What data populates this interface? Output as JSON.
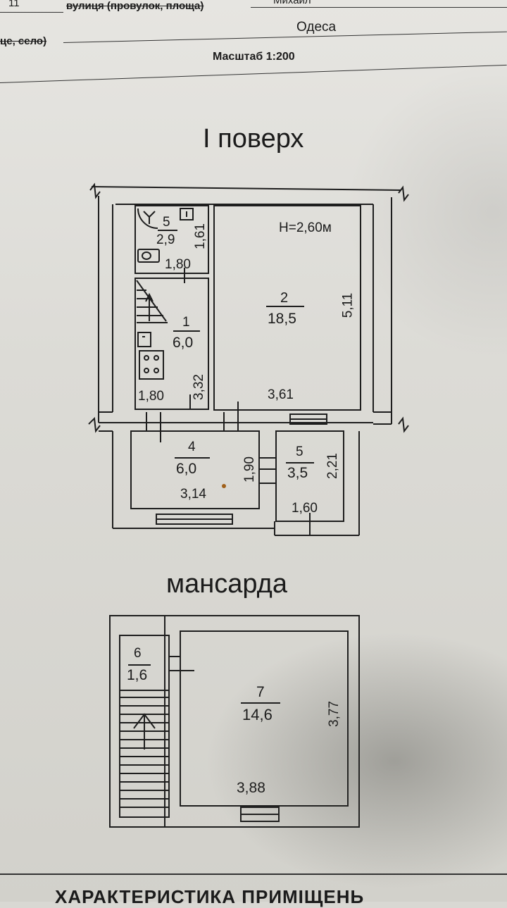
{
  "header": {
    "number": "11",
    "street_label": "вулиця (провулок, площа)",
    "street_value": "Михайл",
    "settlement_label": "це, село)",
    "city": "Одеса",
    "scale": "Масштаб 1:200"
  },
  "floor1": {
    "title": "І поверх",
    "height_note": "H=2,60м",
    "rooms": [
      {
        "number": "5",
        "area": "2,9"
      },
      {
        "number": "2",
        "area": "18,5"
      },
      {
        "number": "1",
        "area": "6,0"
      },
      {
        "number": "4",
        "area": "6,0"
      },
      {
        "number": "5",
        "area": "3,5"
      }
    ],
    "dimensions": {
      "r5_top_width": "1,80",
      "r5_top_height": "1,61",
      "r2_height": "5,11",
      "r2_width": "3,61",
      "r1_width": "1,80",
      "r1_height": "3,32",
      "r4_width": "3,14",
      "r4_height": "1,90",
      "r5_bot_height": "2,21",
      "r5_bot_width": "1,60"
    }
  },
  "attic": {
    "title": "мансарда",
    "rooms": [
      {
        "number": "6",
        "area": "1,6"
      },
      {
        "number": "7",
        "area": "14,6"
      }
    ],
    "dimensions": {
      "r7_height": "3,77",
      "r7_width": "3,88"
    }
  },
  "footer": {
    "heading": "ХАРАКТЕРИСТИКА ПРИМІЩЕНЬ"
  }
}
